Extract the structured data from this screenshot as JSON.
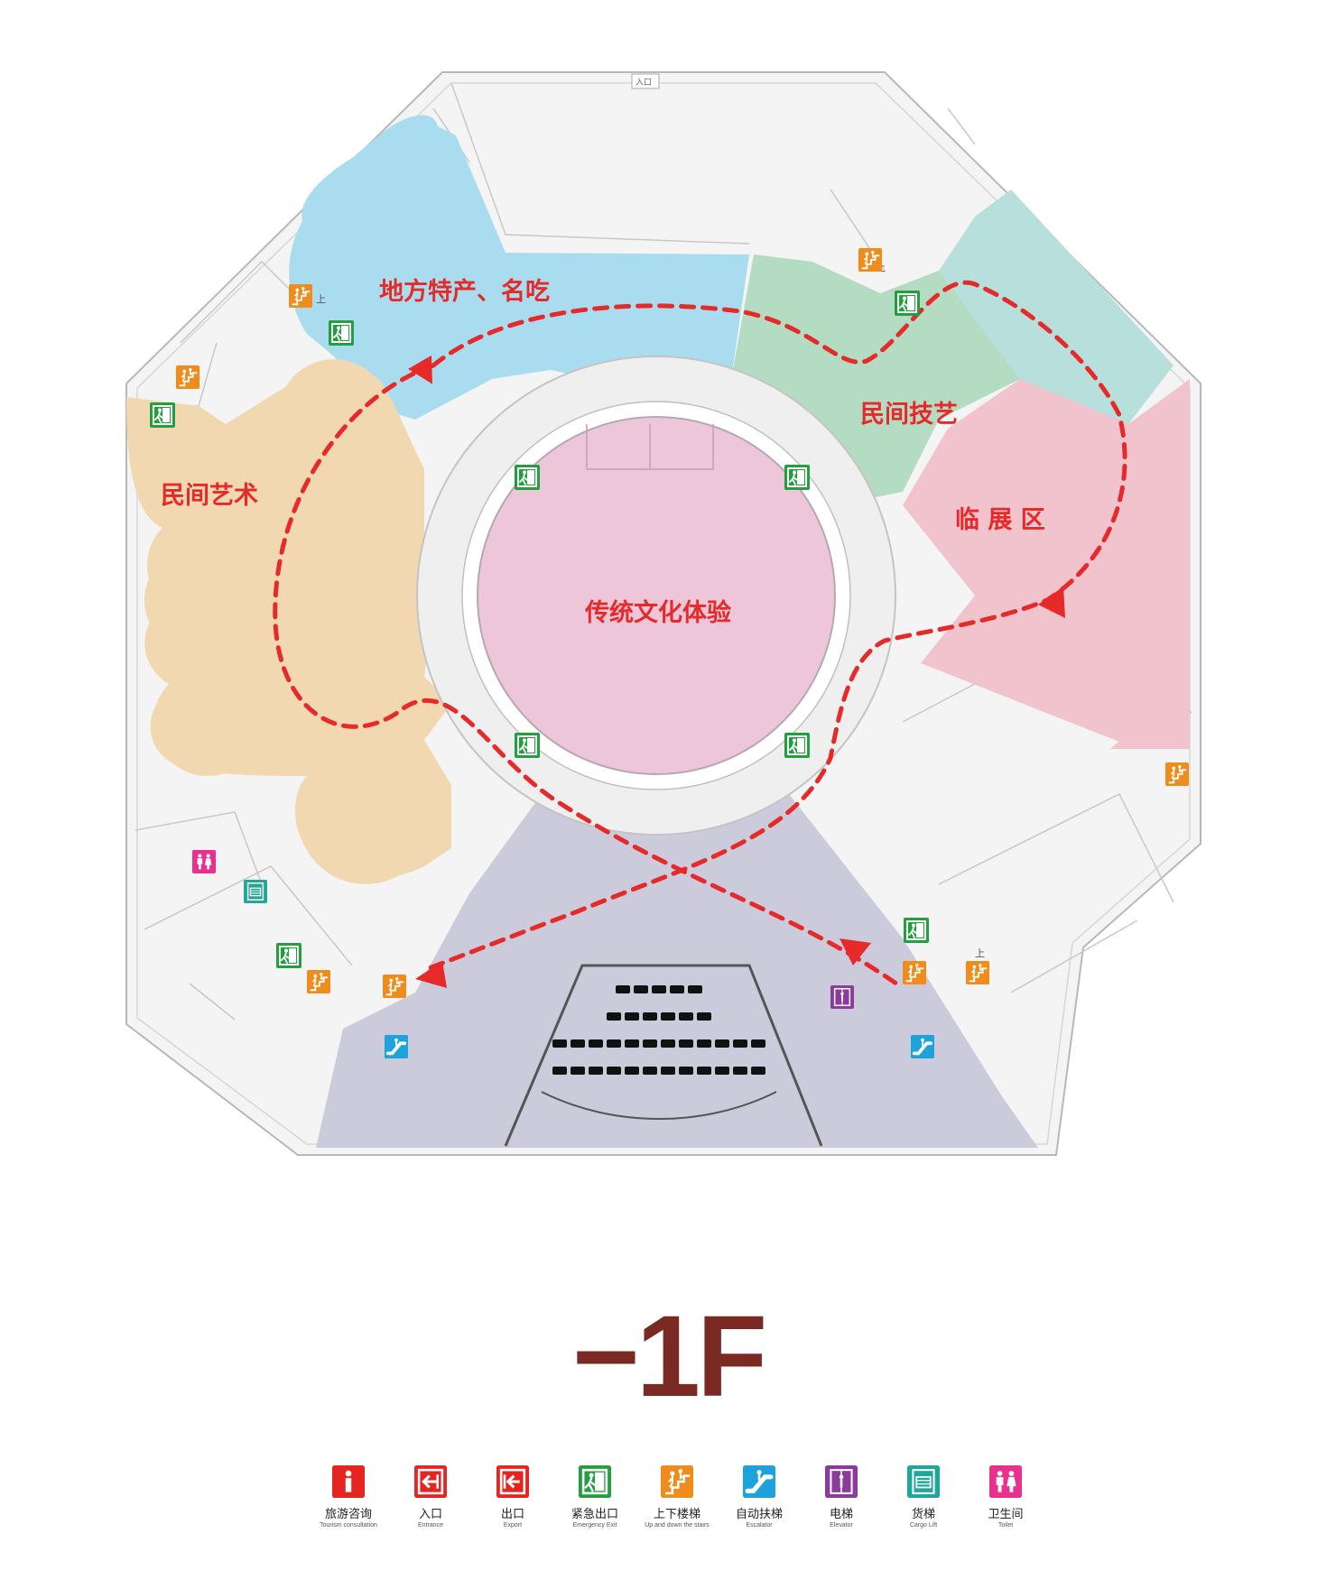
{
  "floor": "−1F",
  "colors": {
    "local_products": "#aadcef",
    "folk_skills": "#b4dcc2",
    "temp_exhibition": "#f1c3cc",
    "folk_art": "#f2d8b0",
    "culture_experience": "#edc6da",
    "auditorium": "#cccbdc",
    "route": "#e62a2a",
    "floor_label": "#7a2a22",
    "info": "#e52620",
    "emergency": "#23a03e",
    "stairs": "#f08c1c",
    "escalator": "#1ea2db",
    "elevator": "#8b3b9a",
    "cargo": "#1fa89a",
    "toilet": "#e8318f"
  },
  "zones": {
    "local_products": "地方特产、名吃",
    "folk_skills": "民间技艺",
    "temp_exhibition": "临 展 区",
    "folk_art": "民间艺术",
    "culture_experience": "传统文化体验"
  },
  "plan_labels": {
    "up_1": "上",
    "up_2": "上",
    "up_3": "上",
    "entrance_top": "入口"
  },
  "legend": [
    {
      "icon": "info-icon",
      "cn": "旅游咨询",
      "en": "Tourism consultation",
      "color": "#e52620"
    },
    {
      "icon": "entrance-icon",
      "cn": "入口",
      "en": "Entrance",
      "color": "#e52620"
    },
    {
      "icon": "exit-icon",
      "cn": "出口",
      "en": "Export",
      "color": "#e52620"
    },
    {
      "icon": "emergency-exit-icon",
      "cn": "紧急出口",
      "en": "Emergency Exit",
      "color": "#23a03e"
    },
    {
      "icon": "stairs-icon",
      "cn": "上下楼梯",
      "en": "Up and down the stairs",
      "color": "#f08c1c"
    },
    {
      "icon": "escalator-icon",
      "cn": "自动扶梯",
      "en": "Escalator",
      "color": "#1ea2db"
    },
    {
      "icon": "elevator-icon",
      "cn": "电梯",
      "en": "Elevator",
      "color": "#8b3b9a"
    },
    {
      "icon": "cargo-lift-icon",
      "cn": "货梯",
      "en": "Cargo Lift",
      "color": "#1fa89a"
    },
    {
      "icon": "toilet-icon",
      "cn": "卫生间",
      "en": "Toilet",
      "color": "#e8318f"
    }
  ]
}
